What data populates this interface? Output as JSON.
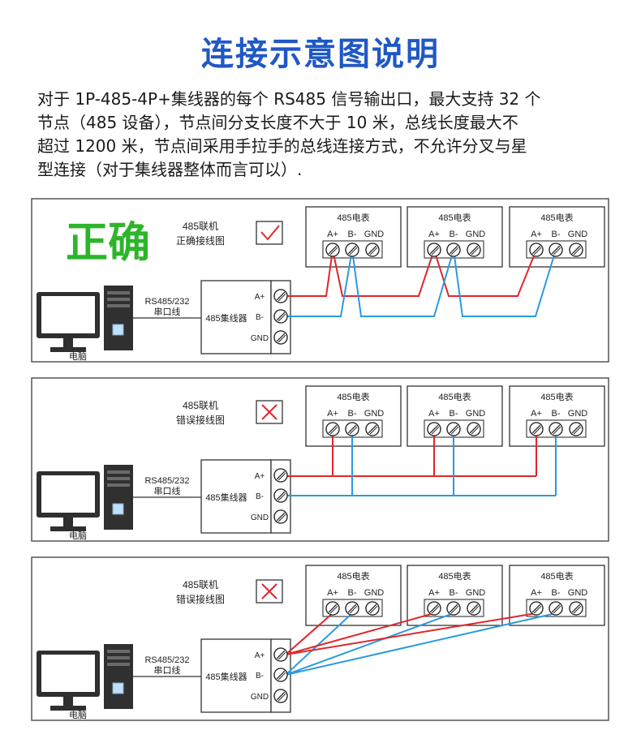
{
  "title": "连接示意图说明",
  "intro_lines": [
    "对于 1P-485-4P+集线器的每个 RS485 信号输出口，最大支持 32 个",
    "节点（485 设备），节点间分支长度不大于 10 米，总线长度最大不",
    "超过 1200 米，节点间采用手拉手的总线连接方式，不允许分叉与星",
    "型连接（对于集线器整体而言可以）."
  ],
  "panels": [
    {
      "status": "正确",
      "caption_line1": "485联机",
      "caption_line2": "正确接线图",
      "mark": "check",
      "wiring": "daisy-chain"
    },
    {
      "caption_line1": "485联机",
      "caption_line2": "错误接线图",
      "mark": "cross",
      "wiring": "branch"
    },
    {
      "caption_line1": "485联机",
      "caption_line2": "错误接线图",
      "mark": "cross",
      "wiring": "star"
    }
  ],
  "meter_title": "485电表",
  "terminal_labels": [
    "A+",
    "B-",
    "GND"
  ],
  "cable_line1": "RS485/232",
  "cable_line2": "串口线",
  "hub_label": "485集线器",
  "hub_terminals": [
    "A+",
    "B-",
    "GND"
  ],
  "computer_label": "电脑",
  "colors": {
    "title": "#1f58c6",
    "correct": "#2db52a",
    "wire_a": "#e0262b",
    "wire_b": "#2a9ae0",
    "mark": "#e0262b"
  }
}
